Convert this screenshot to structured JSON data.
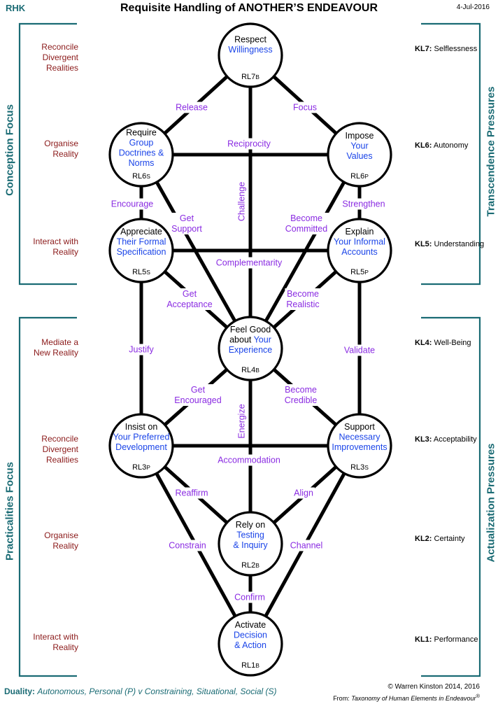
{
  "header": {
    "left": "RHK",
    "title": "Requisite Handling of ANOTHER’S ENDEAVOUR",
    "date": "4-Jul-2016"
  },
  "colors": {
    "teal": "#1a6b74",
    "maroon": "#8b1a1a",
    "purple": "#8a2be2",
    "blue": "#1a44e8"
  },
  "side_left": {
    "top_label": "Conception  Focus",
    "bottom_label": "Practicalities  Focus",
    "levels_top": [
      "Reconcile\nDivergent\nRealities",
      "Organise\nReality",
      "Interact with\nReality"
    ],
    "levels_bottom": [
      "Mediate a\nNew Reality",
      "Reconcile\nDivergent\nRealities",
      "Organise\nReality",
      "Interact with\nReality"
    ]
  },
  "side_right": {
    "top_label": "Transcendence  Pressures",
    "bottom_label": "Actualization  Pressures",
    "kl": [
      {
        "code": "KL7:",
        "name": "Selflessness"
      },
      {
        "code": "KL6:",
        "name": "Autonomy"
      },
      {
        "code": "KL5:",
        "name": "Understanding"
      },
      {
        "code": "KL4:",
        "name": "Well-Being"
      },
      {
        "code": "KL3:",
        "name": "Acceptability"
      },
      {
        "code": "KL2:",
        "name": "Certainty"
      },
      {
        "code": "KL1:",
        "name": "Performance"
      }
    ]
  },
  "nodes": [
    {
      "id": "rl7b",
      "black": "Respect",
      "blue": "Willingness",
      "code": "RL7",
      "sub": "B"
    },
    {
      "id": "rl6s",
      "black": "Require",
      "blue": "Group\nDoctrines &\nNorms",
      "code": "RL6",
      "sub": "S"
    },
    {
      "id": "rl6p",
      "black": "Impose",
      "blue": "Your\nValues",
      "code": "RL6",
      "sub": "P"
    },
    {
      "id": "rl5s",
      "black": "Appreciate",
      "blue": "Their Formal\nSpecification",
      "code": "RL5",
      "sub": "S"
    },
    {
      "id": "rl5p",
      "black": "Explain",
      "blue": "Your Informal\nAccounts",
      "code": "RL5",
      "sub": "P"
    },
    {
      "id": "rl4b",
      "black": "Feel Good\nabout",
      "blue_inline": "Your",
      "blue": "Experience",
      "code": "RL4",
      "sub": "B"
    },
    {
      "id": "rl3p",
      "black": "Insist on",
      "blue": "Your Preferred\nDevelopment",
      "code": "RL3",
      "sub": "P"
    },
    {
      "id": "rl3s",
      "black": "Support",
      "blue": "Necessary\nImprovements",
      "code": "RL3",
      "sub": "S"
    },
    {
      "id": "rl2b",
      "black": "Rely on",
      "blue": "Testing\n& Inquiry",
      "code": "RL2",
      "sub": "B"
    },
    {
      "id": "rl1b",
      "black": "Activate",
      "blue": "Decision\n& Action",
      "code": "RL1",
      "sub": "B"
    }
  ],
  "links": [
    {
      "id": "release",
      "text": "Release"
    },
    {
      "id": "focus",
      "text": "Focus"
    },
    {
      "id": "reciprocity",
      "text": "Reciprocity"
    },
    {
      "id": "challenge",
      "text": "Challenge"
    },
    {
      "id": "encourage",
      "text": "Encourage"
    },
    {
      "id": "strengthen",
      "text": "Strengthen"
    },
    {
      "id": "get_support",
      "text": "Get\nSupport"
    },
    {
      "id": "become_committed",
      "text": "Become\nCommitted"
    },
    {
      "id": "complementarity",
      "text": "Complementarity"
    },
    {
      "id": "get_acceptance",
      "text": "Get\nAcceptance"
    },
    {
      "id": "become_realistic",
      "text": "Become\nRealistic"
    },
    {
      "id": "justify",
      "text": "Justify"
    },
    {
      "id": "validate",
      "text": "Validate"
    },
    {
      "id": "get_encouraged",
      "text": "Get\nEncouraged"
    },
    {
      "id": "become_credible",
      "text": "Become\nCredible"
    },
    {
      "id": "energize",
      "text": "Energize"
    },
    {
      "id": "accommodation",
      "text": "Accommodation"
    },
    {
      "id": "reaffirm",
      "text": "Reaffirm"
    },
    {
      "id": "align",
      "text": "Align"
    },
    {
      "id": "constrain",
      "text": "Constrain"
    },
    {
      "id": "channel",
      "text": "Channel"
    },
    {
      "id": "confirm",
      "text": "Confirm"
    }
  ],
  "footer": {
    "duality_label": "Duality:",
    "duality_text": "Autonomous, Personal (P) v Constraining, Situational, Social (S)",
    "copyright": "© Warren Kinston 2014, 2016",
    "from_label": "From:",
    "from_text": "Taxonomy of Human Elements in Endeavour",
    "from_mark": "®"
  }
}
